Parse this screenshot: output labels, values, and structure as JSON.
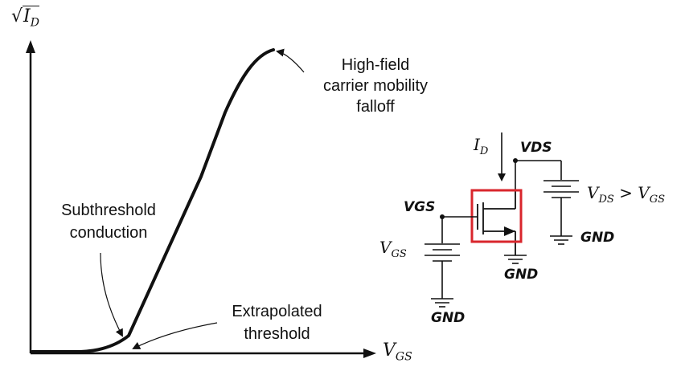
{
  "graph": {
    "y_axis_label": "√I_D",
    "y_axis_radicand": "I",
    "y_axis_sub": "D",
    "x_axis_label": "V",
    "x_axis_sub": "GS",
    "annotations": {
      "high_field": [
        "High-field",
        "carrier mobility",
        "falloff"
      ],
      "subthreshold": [
        "Subthreshold",
        "conduction"
      ],
      "extrapolated": [
        "Extrapolated",
        "threshold"
      ]
    }
  },
  "circuit": {
    "id_label": "I",
    "id_sub": "D",
    "vds_node": "VDS",
    "vgs_node": "VGS",
    "vgs_source": "V",
    "vgs_source_sub": "GS",
    "vds_source": "V",
    "vds_source_sub": "DS",
    "vds_relation": " > V",
    "vds_relation_sub": "GS",
    "gnd_labels": [
      "GND",
      "GND",
      "GND"
    ]
  },
  "colors": {
    "highlight": "#d9262c",
    "ink": "#111111"
  }
}
